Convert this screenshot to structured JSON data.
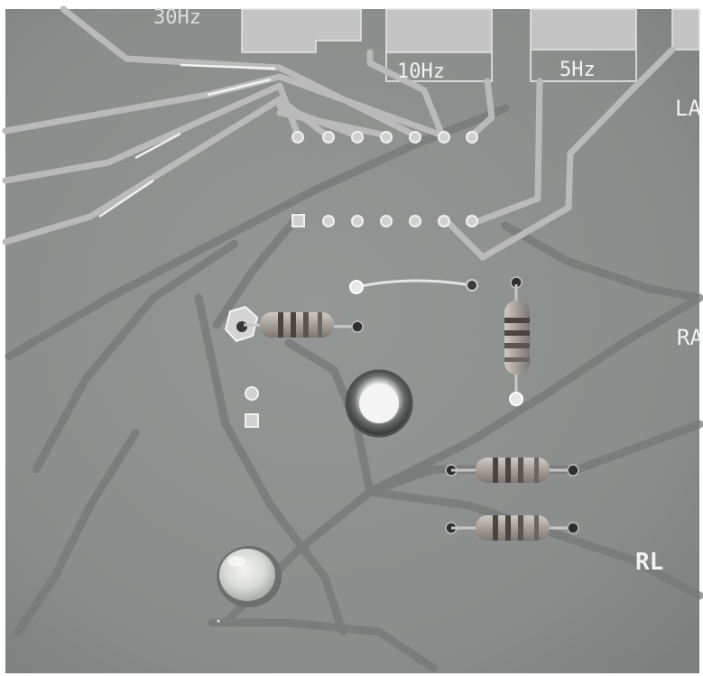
{
  "photo": {
    "subject": "pcb-closeup",
    "colors": {
      "board": "#8d8f8e",
      "board_shadow": "#737574",
      "copper": "#bfc0bf",
      "copper_dark": "#8e908f",
      "highlight": "#ffffff",
      "resistor_body": "#a8a29c",
      "band_dark": "#4a4541",
      "frame": "#ffffff"
    }
  },
  "labels": {
    "freq_30": "30Hz",
    "freq_10": "10Hz",
    "freq_5": "5Hz",
    "la": "LA",
    "ra": "RA",
    "rl": "RL"
  }
}
